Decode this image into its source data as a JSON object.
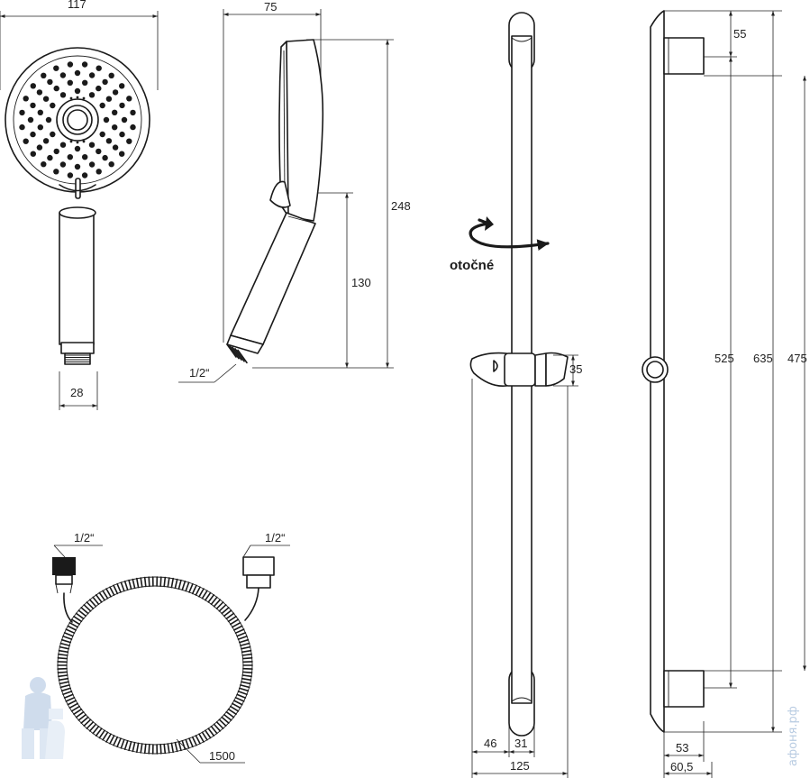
{
  "handshower_front": {
    "width_label": "117",
    "thread_width_label": "28"
  },
  "handshower_side": {
    "depth_label": "75",
    "height_label": "248",
    "handle_label": "130",
    "thread_label": "1/2“"
  },
  "hose": {
    "left_thread_label": "1/2“",
    "right_thread_label": "1/2“",
    "length_label": "1500"
  },
  "rail_front": {
    "rotate_label": "otočné",
    "holder_height_label": "35",
    "dim_a": "46",
    "dim_b": "31",
    "total_width_label": "125"
  },
  "rail_side": {
    "bracket_label": "55",
    "dim_525": "525",
    "dim_635": "635",
    "dim_475": "475",
    "depth_53": "53",
    "depth_60": "60,5"
  },
  "watermark": {
    "text": "афоня.рф"
  }
}
